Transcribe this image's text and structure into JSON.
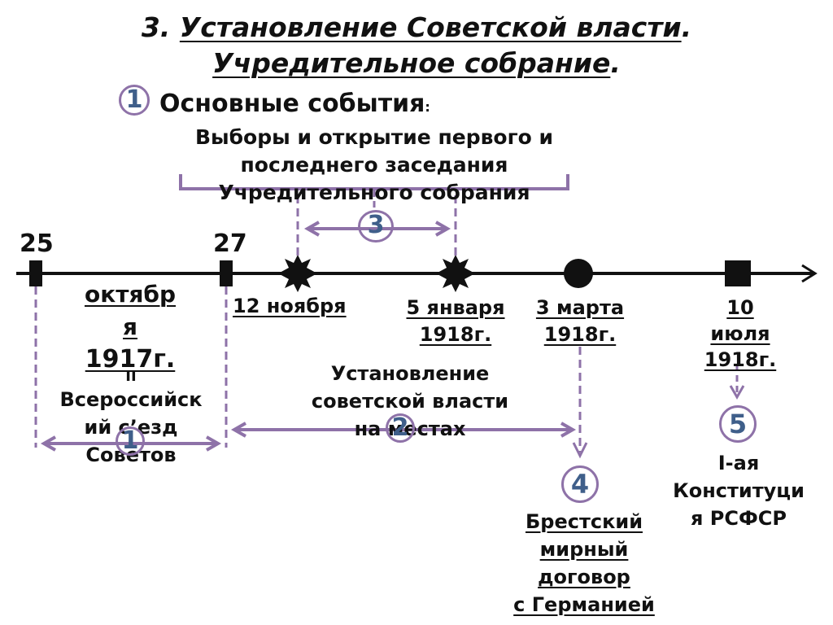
{
  "title": {
    "num": "3.",
    "line1_main": "Установление Советской власти",
    "line2_main": "Учредительное собрание",
    "dot": "."
  },
  "section": {
    "badge": "1",
    "heading": "Основные события",
    "colon": ":",
    "sub_line1": "Выборы и открытие первого и",
    "sub_line2": "последнего заседания",
    "sub_line3": "Учредительного собрания"
  },
  "timeline": {
    "d25": "25",
    "d27": "27",
    "oct_l1": "октябр",
    "oct_l2": "я",
    "oct_l3": "1917г.",
    "nov12": "12 ноября",
    "jan5_l1": "5 января",
    "jan5_l2": "1918г.",
    "mar3_l1": "3 марта",
    "mar3_l2": "1918г.",
    "jul10_l1": "10",
    "jul10_l2": "июля",
    "jul10_l3": "1918г."
  },
  "events": {
    "congress_roman": "II",
    "congress_l1": "Всероссийск",
    "congress_l2": "ий с’езд",
    "congress_l3": "Советов",
    "congress_badge": "1",
    "soviet_l1": "Установление",
    "soviet_l2": "советской власти",
    "soviet_l3": "на местах",
    "soviet_badge": "2",
    "assembly_badge": "3",
    "brest_badge": "4",
    "brest_l1": "Брестский",
    "brest_l2": "мирный",
    "brest_l3": "договор",
    "brest_l4": "с Германией",
    "const_badge": "5",
    "const_l1": "I-ая",
    "const_l2": "Конституци",
    "const_l3": "я РСФСР"
  },
  "colors": {
    "accent_purple": "#8e72a8",
    "badge_text": "#3f5f8a",
    "axis": "#111111"
  }
}
